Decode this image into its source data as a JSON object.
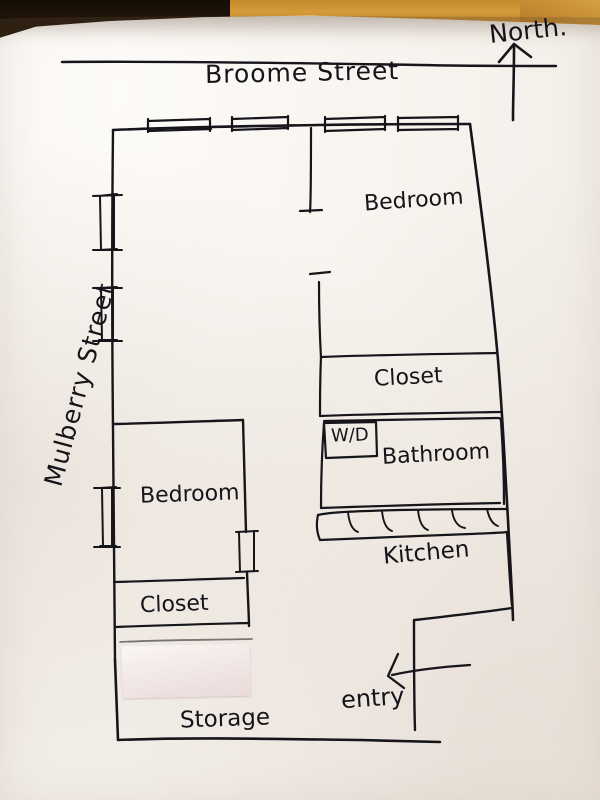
{
  "document": {
    "type": "hand-drawn floor plan sketch",
    "medium": "black ink on white paper"
  },
  "streets": {
    "north_street_label": "Broome Street",
    "west_street_label": "Mulberry Street"
  },
  "compass": {
    "label": "North.",
    "direction": "up"
  },
  "rooms": [
    {
      "id": "bedroom-north",
      "label": "Bedroom"
    },
    {
      "id": "closet-north",
      "label": "Closet"
    },
    {
      "id": "washer-dryer",
      "label": "W/D"
    },
    {
      "id": "bathroom",
      "label": "Bathroom"
    },
    {
      "id": "kitchen",
      "label": "Kitchen"
    },
    {
      "id": "bedroom-west",
      "label": "Bedroom"
    },
    {
      "id": "closet-west",
      "label": "Closet"
    },
    {
      "id": "storage",
      "label": "Storage"
    }
  ],
  "entry": {
    "label": "entry"
  },
  "colors": {
    "ink": "#16151a",
    "paper": "#f7f3ee",
    "desk_wood": "#c48a2a",
    "desk_dark": "#1a1209",
    "correction_tape": "#f3eae9"
  }
}
